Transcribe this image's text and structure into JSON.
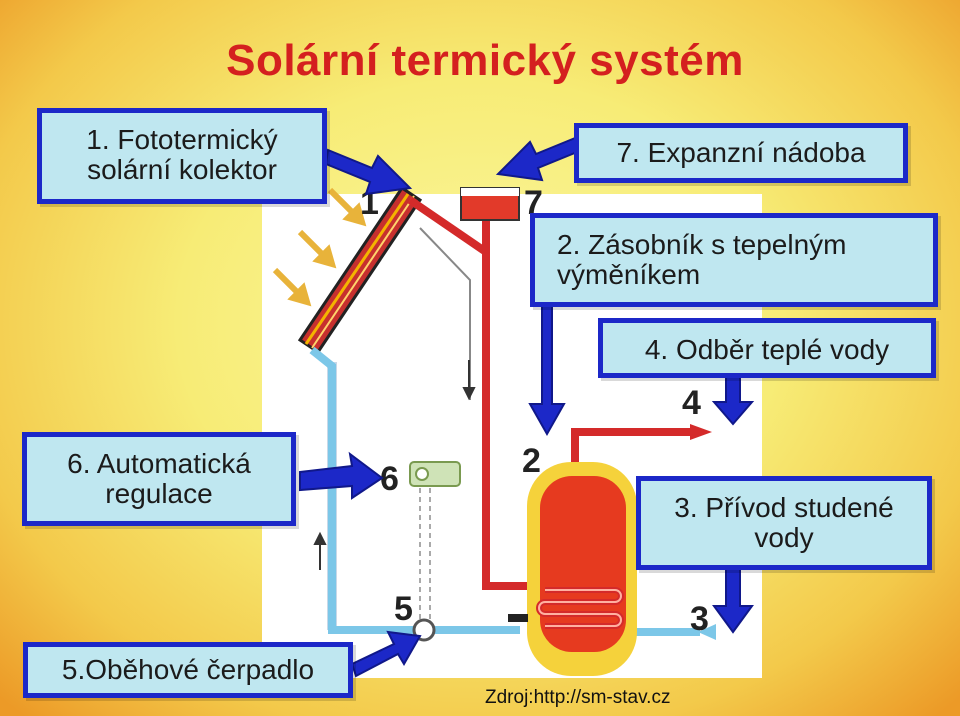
{
  "title": "Solární termický systém",
  "labels": {
    "collector": [
      "1. Fototermický",
      "solární kolektor"
    ],
    "expansion": "7. Expanzní nádoba",
    "storage": [
      "2. Zásobník s tepelným",
      "výměníkem"
    ],
    "hot_water": "4. Odběr teplé vody",
    "regulation": [
      "6. Automatická",
      "regulace"
    ],
    "cold_water": [
      "3. Přívod studené",
      "vody"
    ],
    "pump": "5.Oběhové čerpadlo"
  },
  "numbers": {
    "n1": "1",
    "n2": "2",
    "n3": "3",
    "n4": "4",
    "n5": "5",
    "n6": "6",
    "n7": "7"
  },
  "source": "Zdroj:http://sm-stav.cz",
  "colors": {
    "title": "#d4201f",
    "label_bg": "#bfe7f0",
    "label_border": "#1c28c8",
    "arrow": "#1c28c8",
    "hot_pipe": "#d42a2a",
    "cold_pipe": "#7cc7e8"
  }
}
